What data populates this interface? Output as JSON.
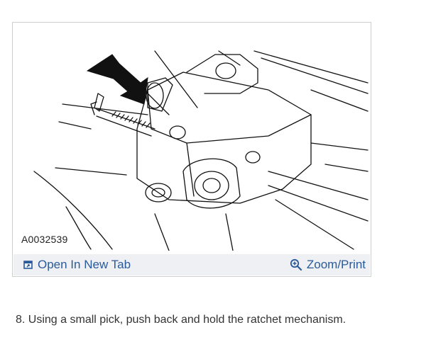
{
  "figure": {
    "id_label": "A0032539"
  },
  "toolbar": {
    "open_tab_label": "Open In New Tab",
    "open_tab_icon": "open-new-tab-icon",
    "zoom_label": "Zoom/Print",
    "zoom_icon": "magnifier-plus-icon",
    "link_color": "#2a5a9a",
    "bar_color": "#eef0f4"
  },
  "step": {
    "text": "8. Using a small pick, push back and hold the ratchet mechanism."
  }
}
